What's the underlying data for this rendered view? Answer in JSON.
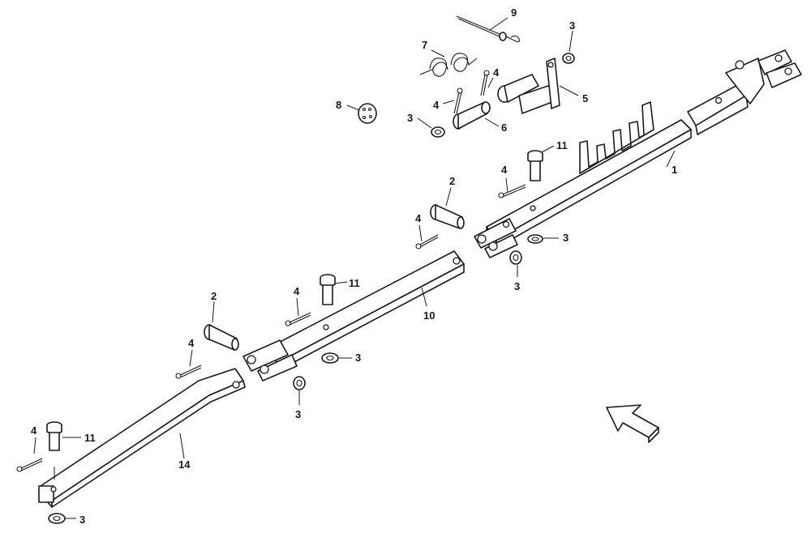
{
  "callouts": [
    {
      "id": "c9",
      "text": "9"
    },
    {
      "id": "c3a",
      "text": "3"
    },
    {
      "id": "c7",
      "text": "7"
    },
    {
      "id": "c4a",
      "text": "4"
    },
    {
      "id": "c5",
      "text": "5"
    },
    {
      "id": "c4b",
      "text": "4"
    },
    {
      "id": "c8",
      "text": "8"
    },
    {
      "id": "c3b",
      "text": "3"
    },
    {
      "id": "c6",
      "text": "6"
    },
    {
      "id": "c11a",
      "text": "11"
    },
    {
      "id": "c1",
      "text": "1"
    },
    {
      "id": "c4c",
      "text": "4"
    },
    {
      "id": "c2a",
      "text": "2"
    },
    {
      "id": "c4d",
      "text": "4"
    },
    {
      "id": "c3c",
      "text": "3"
    },
    {
      "id": "c3d",
      "text": "3"
    },
    {
      "id": "c4e",
      "text": "4"
    },
    {
      "id": "c11b",
      "text": "11"
    },
    {
      "id": "c10",
      "text": "10"
    },
    {
      "id": "c2b",
      "text": "2"
    },
    {
      "id": "c4f",
      "text": "4"
    },
    {
      "id": "c3e",
      "text": "3"
    },
    {
      "id": "c3f",
      "text": "3"
    },
    {
      "id": "c4g",
      "text": "4"
    },
    {
      "id": "c11c",
      "text": "11"
    },
    {
      "id": "c14",
      "text": "14"
    },
    {
      "id": "c3g",
      "text": "3"
    }
  ],
  "colors": {
    "ink": "#1a1a1a",
    "paper": "#ffffff"
  }
}
